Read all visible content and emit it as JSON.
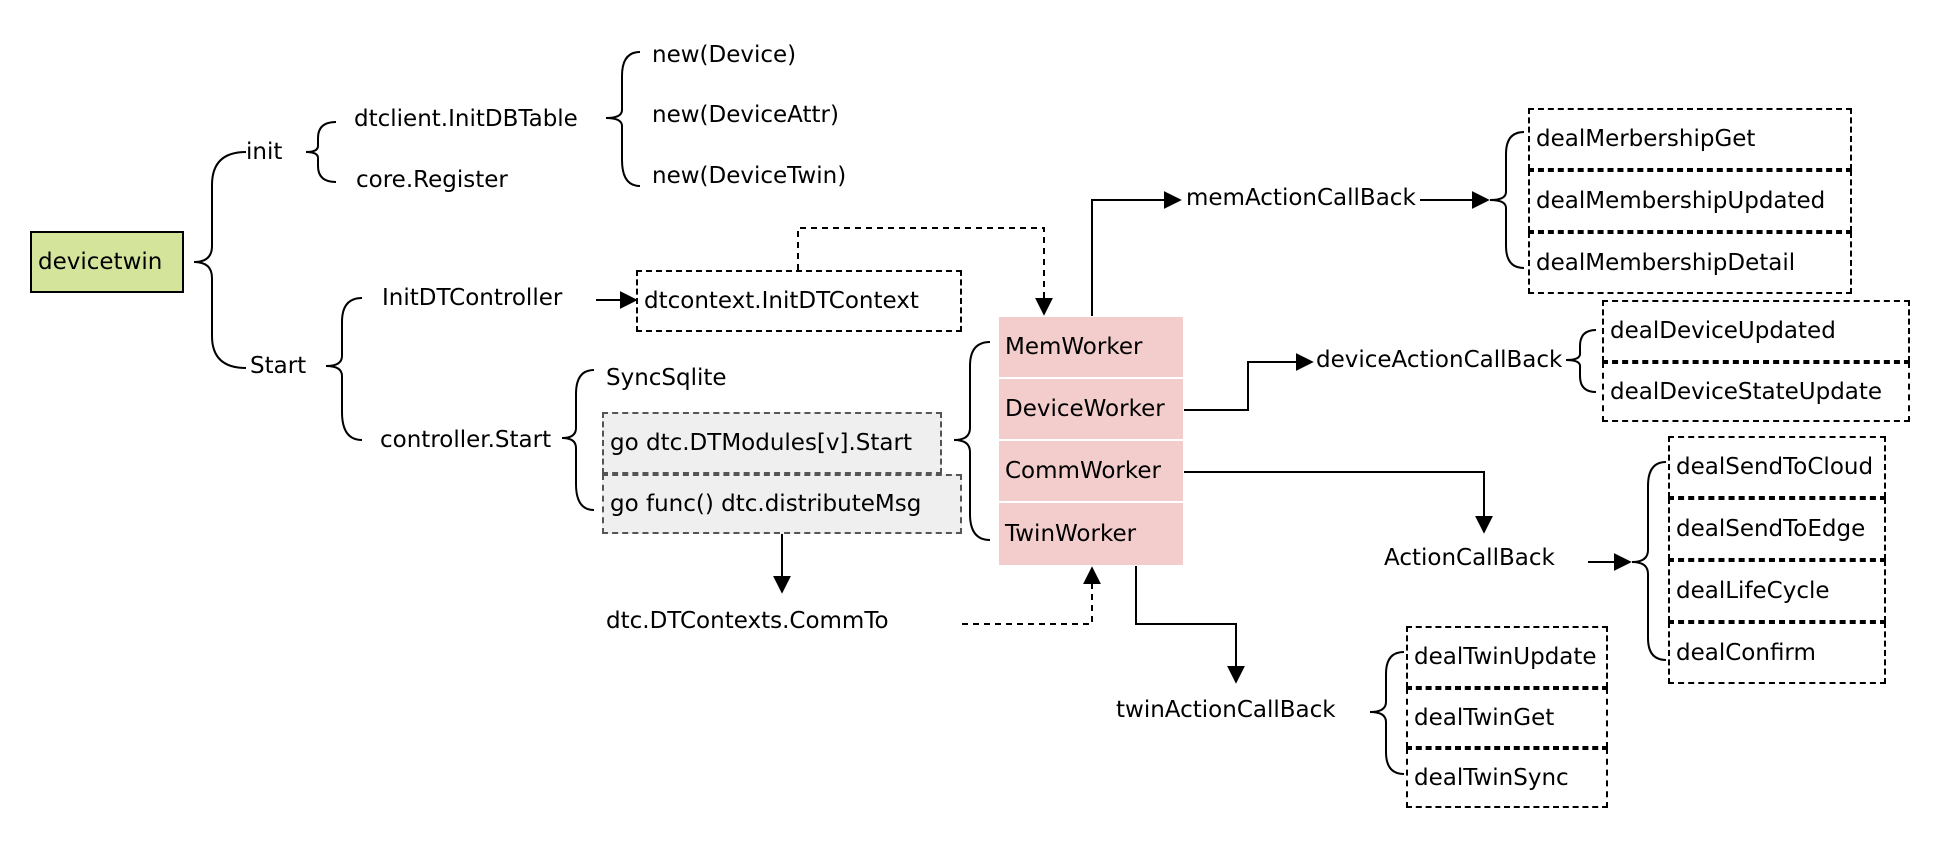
{
  "colors": {
    "root_fill": "#d4e59b",
    "worker_fill": "#f3cccc",
    "gray_fill": "#efefef",
    "line": "#000000"
  },
  "root": "devicetwin",
  "init": {
    "label": "init",
    "children": [
      "dtclient.InitDBTable",
      "core.Register"
    ],
    "dbtable_children": [
      "new(Device)",
      "new(DeviceAttr)",
      "new(DeviceTwin)"
    ]
  },
  "start": {
    "label": "Start",
    "init_controller": "InitDTController",
    "init_context": "dtcontext.InitDTContext",
    "controller_start": "controller.Start",
    "sync_sqlite": "SyncSqlite",
    "go_modules": "go dtc.DTModules[v].Start",
    "go_func": "go func()  dtc.distributeMsg",
    "comm_to": "dtc.DTContexts.CommTo"
  },
  "workers": [
    "MemWorker",
    "DeviceWorker",
    "CommWorker",
    "TwinWorker"
  ],
  "mem": {
    "callback": "memActionCallBack",
    "deals": [
      "dealMerbershipGet",
      "dealMembershipUpdated",
      "dealMembershipDetail"
    ]
  },
  "device": {
    "callback": "deviceActionCallBack",
    "deals": [
      "dealDeviceUpdated",
      "dealDeviceStateUpdate"
    ]
  },
  "comm": {
    "callback": "ActionCallBack",
    "deals": [
      "dealSendToCloud",
      "dealSendToEdge",
      "dealLifeCycle",
      "dealConfirm"
    ]
  },
  "twin": {
    "callback": "twinActionCallBack",
    "deals": [
      "dealTwinUpdate",
      "dealTwinGet",
      "dealTwinSync"
    ]
  }
}
